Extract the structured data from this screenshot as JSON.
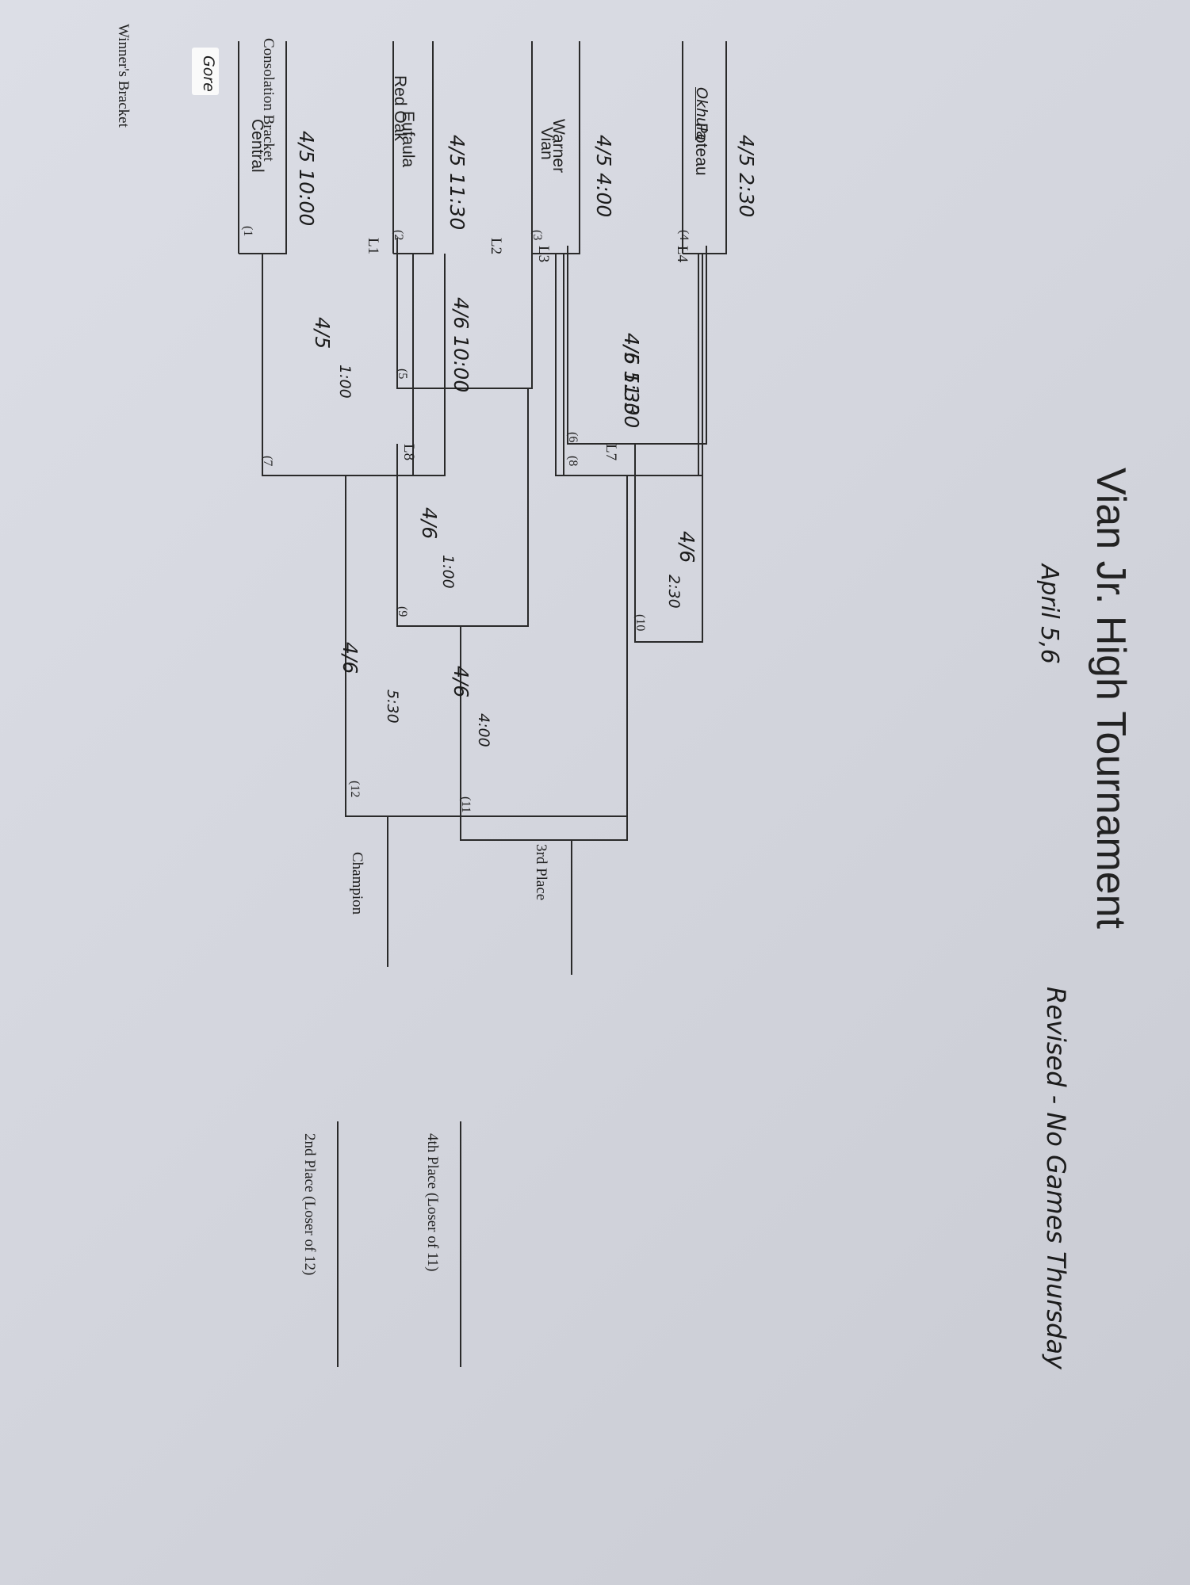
{
  "title": "Vian Jr. High Tournament",
  "note_dates": "April 5,6",
  "note_revised": "Revised - No Games Thursday",
  "winners_label": "Winner's Bracket",
  "consolation_label": "Consolation Bracket",
  "teams": {
    "t1": "Gore",
    "t2": "Central",
    "t3": "Red Oak",
    "t4": "Eufaula",
    "t5": "Vian",
    "t6": "Warner",
    "t7": "Okhula",
    "t8": "Poteau"
  },
  "games": {
    "g1": {
      "num": "(1",
      "when": "4/5 10:00"
    },
    "g2": {
      "num": "(2",
      "when": "4/5 11:30"
    },
    "g3": {
      "num": "(3",
      "when": "4/5 4:00"
    },
    "g4": {
      "num": "(4",
      "when": "4/5 2:30"
    },
    "g5": {
      "num": "(5",
      "when": "4/6 10:00"
    },
    "g6": {
      "num": "(6",
      "when": "4/6 11:30"
    },
    "g7": {
      "num": "(7",
      "date": "4/5",
      "time": "1:00"
    },
    "g8": {
      "num": "(8",
      "when": "4/5 5:30"
    },
    "g9": {
      "num": "(9",
      "date": "4/6",
      "time": "1:00"
    },
    "g10": {
      "num": "(10",
      "date": "4/6",
      "time": "2:30"
    },
    "g11": {
      "num": "(11",
      "date": "4/6",
      "time": "4:00"
    },
    "g12": {
      "num": "(12",
      "date": "4/6",
      "time": "5:30"
    }
  },
  "losers": {
    "l1": "L1",
    "l2": "L2",
    "l3": "L3",
    "l4": "L4",
    "l7": "L7",
    "l8": "L8"
  },
  "places": {
    "champion": "Champion",
    "third": "3rd Place",
    "second": "2nd Place (Loser of 12)",
    "fourth": "4th Place (Loser of 11)"
  }
}
